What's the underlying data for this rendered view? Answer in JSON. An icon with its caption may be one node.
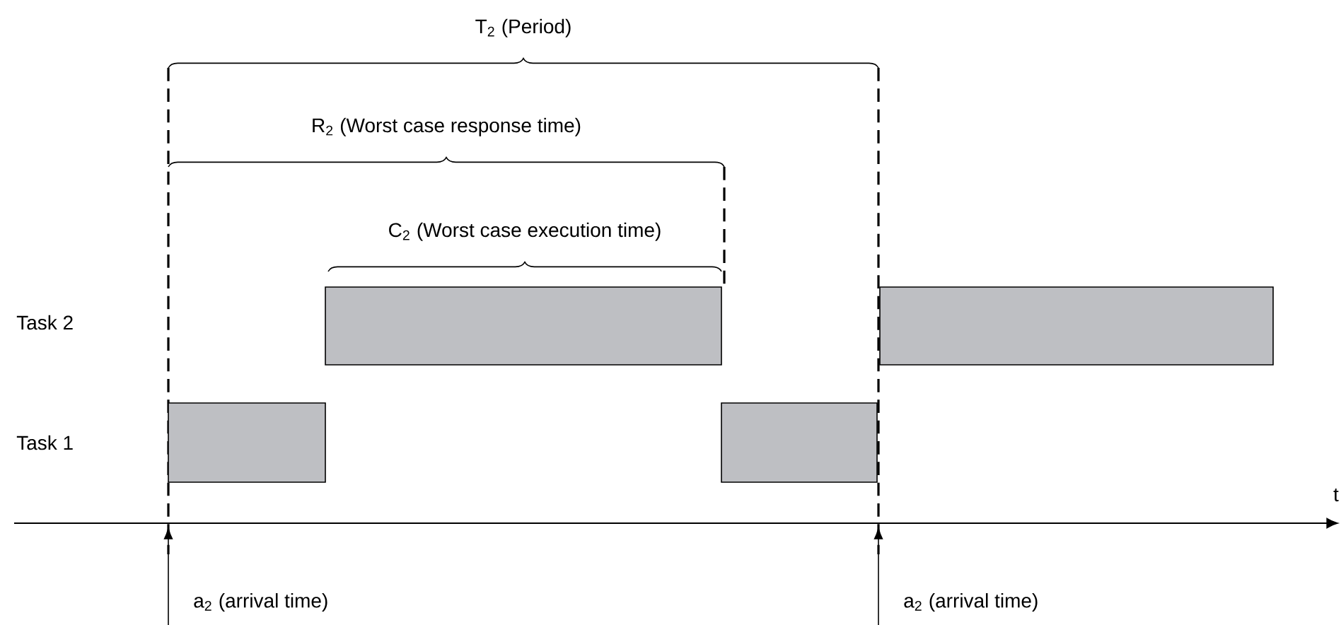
{
  "diagram": {
    "nodes": [
      {
        "text": [],
        "shape": "bar"
      },
      {
        "text": [],
        "shape": "bar"
      },
      {
        "text": [],
        "shape": "bar"
      },
      {
        "text": [],
        "shape": "bar"
      }
    ],
    "labels": [
      "T$_{2}$ (Period)",
      "R$_{2}$ (Worst case response time)",
      "C$_{2}$ (Worst case execution time)",
      "Task 2",
      "Task 1",
      "t",
      "a$_{2}$ (arrival time)",
      "a$_{2}$ (arrival time)"
    ]
  }
}
